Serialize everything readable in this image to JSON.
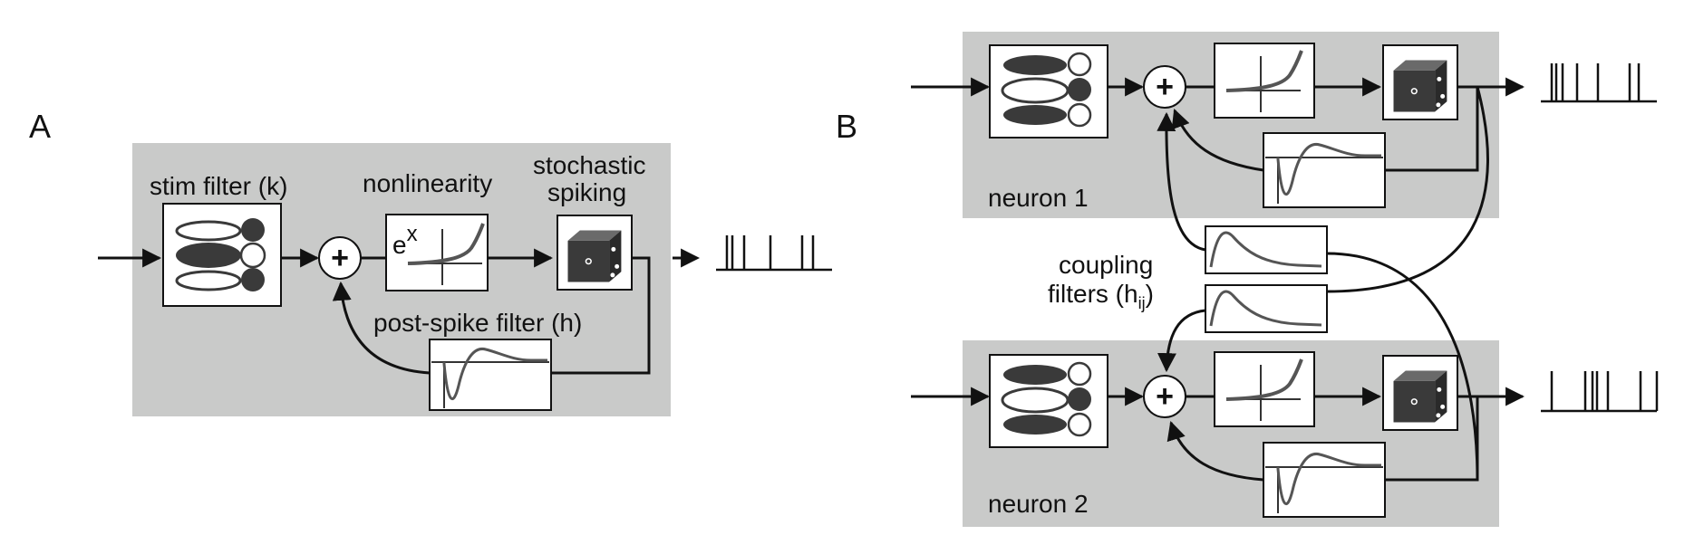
{
  "panel_a": {
    "letter": "A",
    "stim_filter_label": "stim filter (k)",
    "nonlinearity_label": "nonlinearity",
    "nonlinearity_formula_base": "e",
    "nonlinearity_formula_exp": "x",
    "stochastic_label_line1": "stochastic",
    "stochastic_label_line2": "spiking",
    "post_spike_label": "post-spike filter (h)"
  },
  "panel_b": {
    "letter": "B",
    "neuron1_label": "neuron 1",
    "neuron2_label": "neuron 2",
    "coupling_label_line1": "coupling",
    "coupling_label_line2": "filters (h",
    "coupling_label_sub": "ij",
    "coupling_label_close": ")"
  },
  "colors": {
    "panel_bg": "#c9cac9",
    "stroke": "#111111",
    "curve": "#555555",
    "blob_dark": "#3a3a3a",
    "die": "#3a3a3a"
  }
}
